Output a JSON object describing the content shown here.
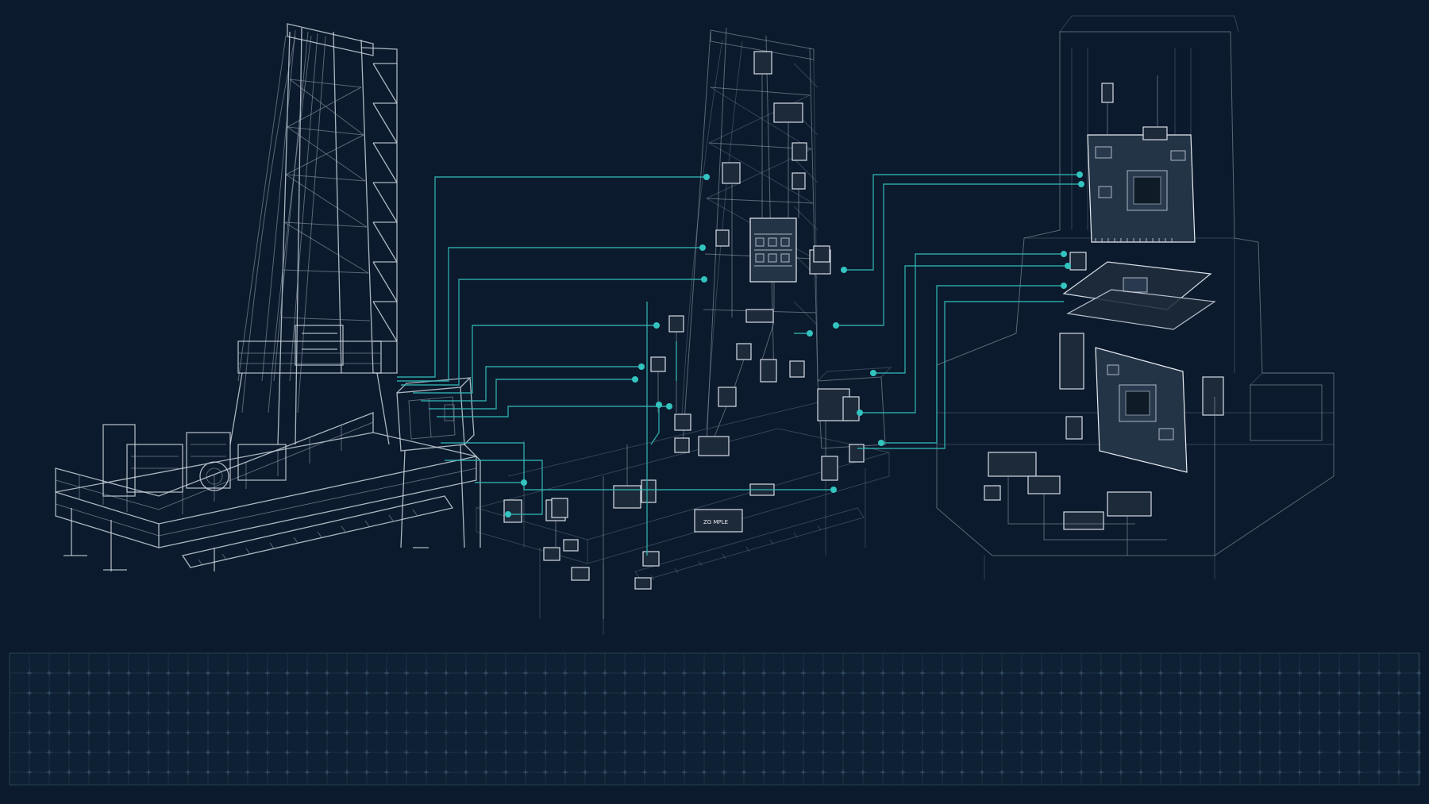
{
  "scene": {
    "background": "#0b1a2c",
    "accent": "#2fb3b0",
    "wire_color": "#c9d2dc",
    "panels": [
      "drilling-rig-structure",
      "rig-with-instrumentation",
      "rig-electronics-exploded"
    ],
    "component_label": "ZG MPLE",
    "bottom_panel": "empty-grid-panel"
  }
}
